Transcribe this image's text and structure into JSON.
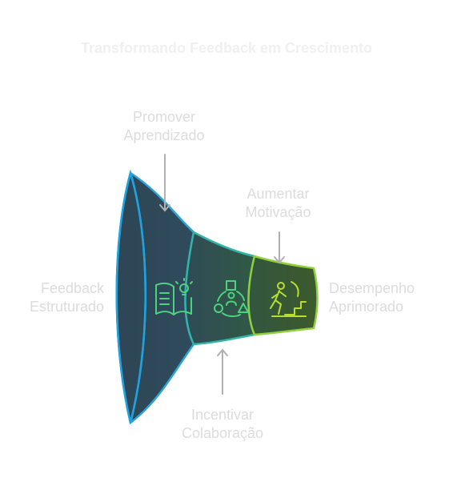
{
  "title": "Transformando Feedback em Crescimento",
  "labels": {
    "left": [
      "Feedback",
      "Estruturado"
    ],
    "right": [
      "Desempenho",
      "Aprimorado"
    ],
    "top1": [
      "Promover",
      "Aprendizado"
    ],
    "top2": [
      "Aumentar",
      "Motivação"
    ],
    "bottom": [
      "Incentivar",
      "Colaboração"
    ]
  },
  "segments": [
    {
      "name": "segment-1",
      "icon": "book-lightbulb-icon",
      "fill": "#2f4b5c",
      "stroke": "#2aa4d6"
    },
    {
      "name": "segment-2",
      "icon": "shapes-network-icon",
      "fill": "#2e5a4a",
      "stroke": "#3bc48a"
    },
    {
      "name": "segment-3",
      "icon": "climbing-person-icon",
      "fill": "#3a5a2e",
      "stroke": "#9bd23a"
    }
  ],
  "colors": {
    "icon": "#4cd37e",
    "label": "#dcdcdc",
    "arrow": "#b0b0b0"
  }
}
